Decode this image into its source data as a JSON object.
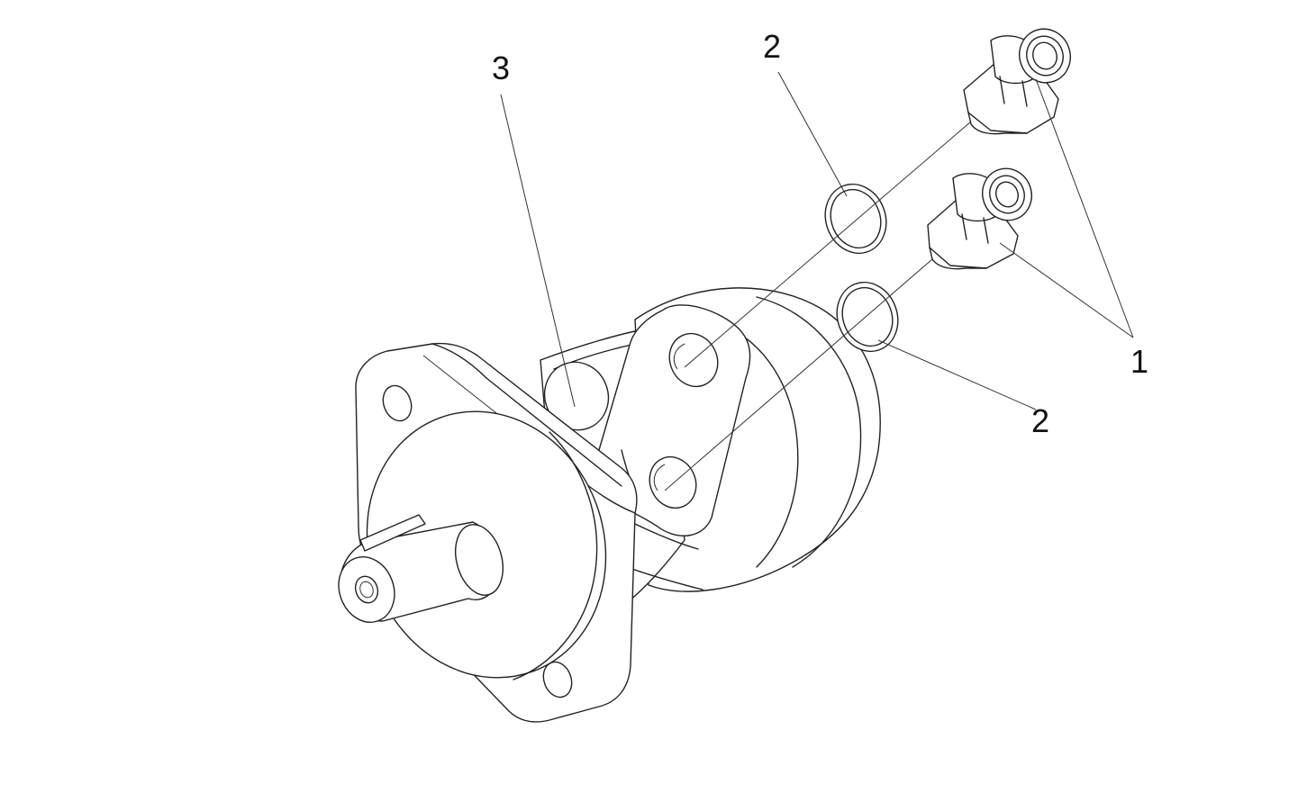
{
  "callouts": {
    "label_1": "1",
    "label_2_top": "2",
    "label_2_bottom": "2",
    "label_3": "3"
  },
  "parts": [
    {
      "number": "1",
      "kind": "fitting-nut",
      "count": 2
    },
    {
      "number": "2",
      "kind": "sealing-ring",
      "count": 2
    },
    {
      "number": "3",
      "kind": "hydraulic-motor",
      "count": 1
    }
  ],
  "colors": {
    "line": "#222222",
    "background": "#ffffff"
  }
}
